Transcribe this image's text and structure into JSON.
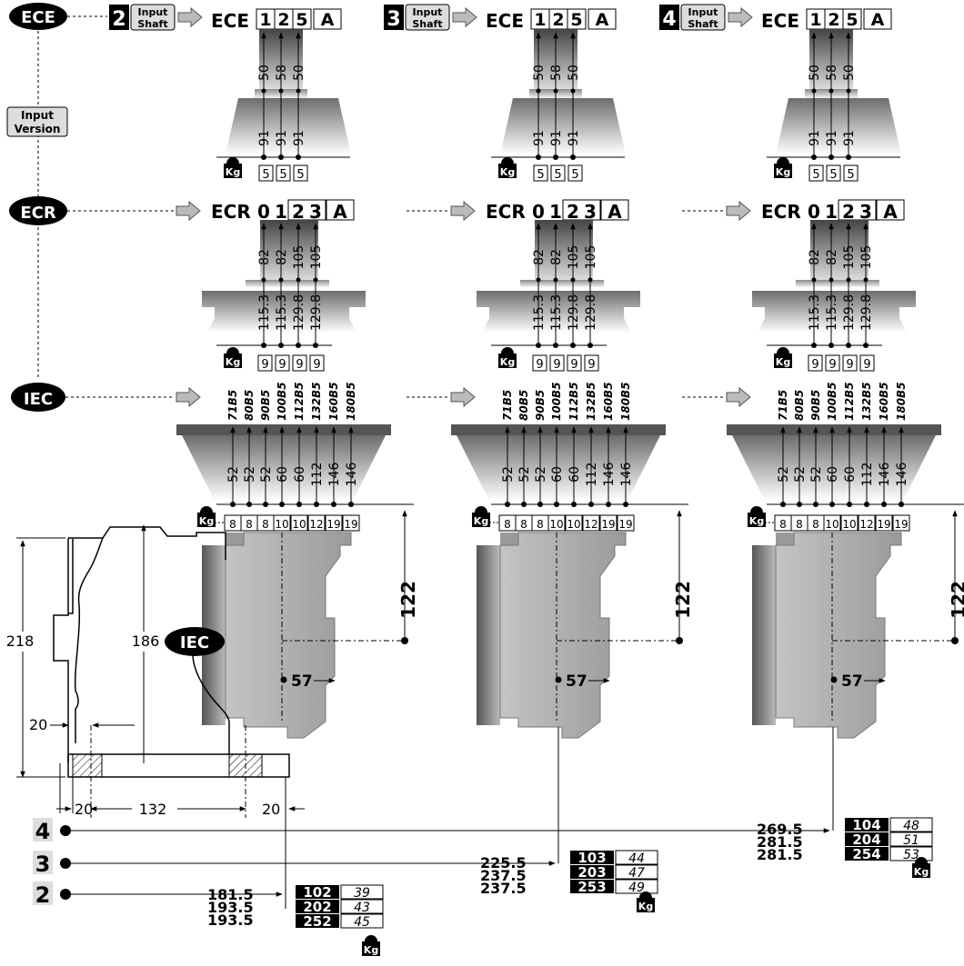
{
  "labels": {
    "ece": "ECE",
    "ecr": "ECR",
    "iec": "IEC",
    "input_version_1": "Input",
    "input_version_2": "Version",
    "input_shaft_1": "Input",
    "input_shaft_2": "Shaft",
    "kg": "Kg"
  },
  "columns": [
    {
      "size": "2",
      "ece_code": [
        "1",
        "2",
        "5",
        "A"
      ],
      "ecr_code": [
        "0",
        "1",
        "2",
        "3",
        "A"
      ]
    },
    {
      "size": "3",
      "ece_code": [
        "1",
        "2",
        "5",
        "A"
      ],
      "ecr_code": [
        "0",
        "1",
        "2",
        "3",
        "A"
      ]
    },
    {
      "size": "4",
      "ece_code": [
        "1",
        "2",
        "5",
        "A"
      ],
      "ecr_code": [
        "0",
        "1",
        "2",
        "3",
        "A"
      ]
    }
  ],
  "ece": {
    "top_dims": [
      "50",
      "58",
      "50"
    ],
    "bottom_dims": [
      "91",
      "91",
      "91"
    ],
    "weights": [
      "5",
      "5",
      "5"
    ]
  },
  "ecr": {
    "top_dims": [
      "82",
      "82",
      "105",
      "105"
    ],
    "bottom_dims": [
      "115.3",
      "115.3",
      "129.8",
      "129.8"
    ],
    "weights": [
      "9",
      "9",
      "9",
      "9"
    ]
  },
  "iec": {
    "flanges": [
      "71B5",
      "80B5",
      "90B5",
      "100B5",
      "112B5",
      "132B5",
      "160B5",
      "180B5"
    ],
    "dims": [
      "52",
      "52",
      "52",
      "60",
      "60",
      "112",
      "146",
      "146"
    ],
    "weights": [
      "8",
      "8",
      "8",
      "10",
      "10",
      "12",
      "19",
      "19"
    ],
    "height": "122",
    "offset": "57"
  },
  "side_view": {
    "height_total": "218",
    "height_inner": "186",
    "gap": "20",
    "bottom": [
      "20",
      "132",
      "20"
    ]
  },
  "sizes": [
    {
      "num": "2",
      "lengths": [
        "181.5",
        "193.5",
        "193.5"
      ],
      "codes": [
        "102",
        "202",
        "252"
      ],
      "weights": [
        "39",
        "43",
        "45"
      ]
    },
    {
      "num": "3",
      "lengths": [
        "225.5",
        "237.5",
        "237.5"
      ],
      "codes": [
        "103",
        "203",
        "253"
      ],
      "weights": [
        "44",
        "47",
        "49"
      ]
    },
    {
      "num": "4",
      "lengths": [
        "269.5",
        "281.5",
        "281.5"
      ],
      "codes": [
        "104",
        "204",
        "254"
      ],
      "weights": [
        "48",
        "51",
        "53"
      ]
    }
  ]
}
